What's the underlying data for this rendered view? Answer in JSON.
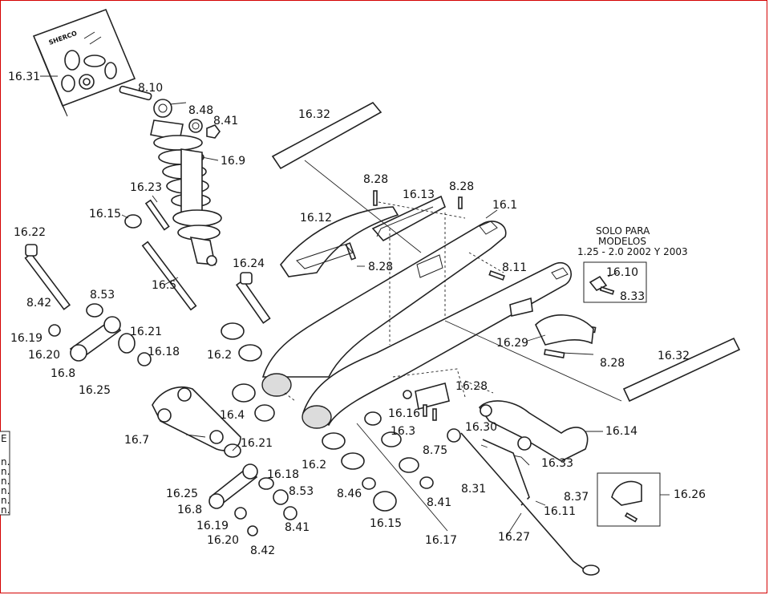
{
  "brand_label": "SHERCO",
  "note": {
    "line1": "SOLO PARA",
    "line2": "MODELOS",
    "line3": "1.25 - 2.0 2002 Y 2003"
  },
  "edge_fragment": {
    "top": "E",
    "rows": [
      "n.",
      "n.",
      "n.",
      "n.",
      "n.",
      "n."
    ]
  },
  "labels": {
    "l1631": "16.31",
    "l810": "8.10",
    "l848": "8.48",
    "l841a": "8.41",
    "l169": "16.9",
    "l1632a": "16.32",
    "l1623": "16.23",
    "l1615a": "16.15",
    "l1622": "16.22",
    "l828a": "8.28",
    "l1613": "16.13",
    "l828b": "8.28",
    "l161": "16.1",
    "l1612": "16.12",
    "l828c": "8.28",
    "l811": "8.11",
    "l1624": "16.24",
    "l165": "16.5",
    "l853a": "8.53",
    "l842a": "8.42",
    "l1621a": "16.21",
    "l1619a": "16.19",
    "l1620a": "16.20",
    "l1618a": "16.18",
    "l162a": "16.2",
    "l168a": "16.8",
    "l1625a": "16.25",
    "l1610": "16.10",
    "l833": "8.33",
    "l1629": "16.29",
    "l828d": "8.28",
    "l1632b": "16.32",
    "l1628": "16.28",
    "l167": "16.7",
    "l164": "16.4",
    "l1621b": "16.21",
    "l1616": "16.16",
    "l163": "16.3",
    "l875": "8.75",
    "l1630": "16.30",
    "l1614": "16.14",
    "l1633": "16.33",
    "l162b": "16.2",
    "l1625b": "16.25",
    "l1618b": "16.18",
    "l853b": "8.53",
    "l168b": "16.8",
    "l846": "8.46",
    "l841b": "8.41",
    "l831": "8.31",
    "l837": "8.37",
    "l1626": "16.26",
    "l1619b": "16.19",
    "l841c": "8.41",
    "l1620b": "16.20",
    "l1615b": "16.15",
    "l1611": "16.11",
    "l842b": "8.42",
    "l1617": "16.17",
    "l1627": "16.27"
  }
}
